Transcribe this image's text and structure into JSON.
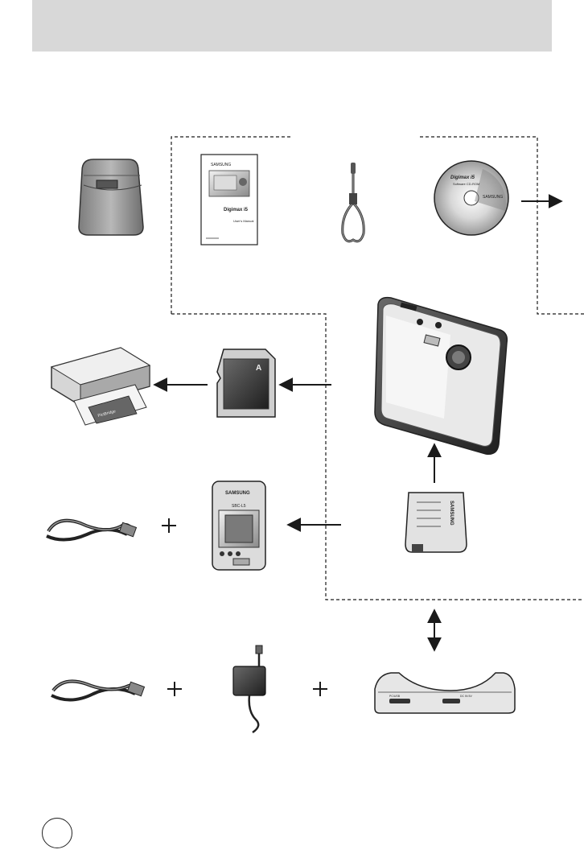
{
  "header": {
    "title": ""
  },
  "page": {
    "number": ""
  },
  "items": {
    "manual_brand": "SAMSUNG",
    "manual_model": "Digimax i5",
    "manual_title": "User's Manual",
    "cd_title": "Digimax i5",
    "cd_subtitle": "Software CD-ROM",
    "cd_brand": "SAMSUNG",
    "sd_letter": "A",
    "charger_brand": "SAMSUNG",
    "charger_model": "SBC-L5",
    "battery_brand": "SAMSUNG",
    "printer_paper": "PictBridge",
    "cradle_port_left": "PC/USB",
    "cradle_port_right": "DC IN 5V"
  },
  "colors": {
    "line": "#1a1a1a",
    "device_light": "#e6e6e6",
    "device_mid": "#9a9a9a",
    "device_dark": "#3a3a3a",
    "header": "#d8d8d8"
  }
}
